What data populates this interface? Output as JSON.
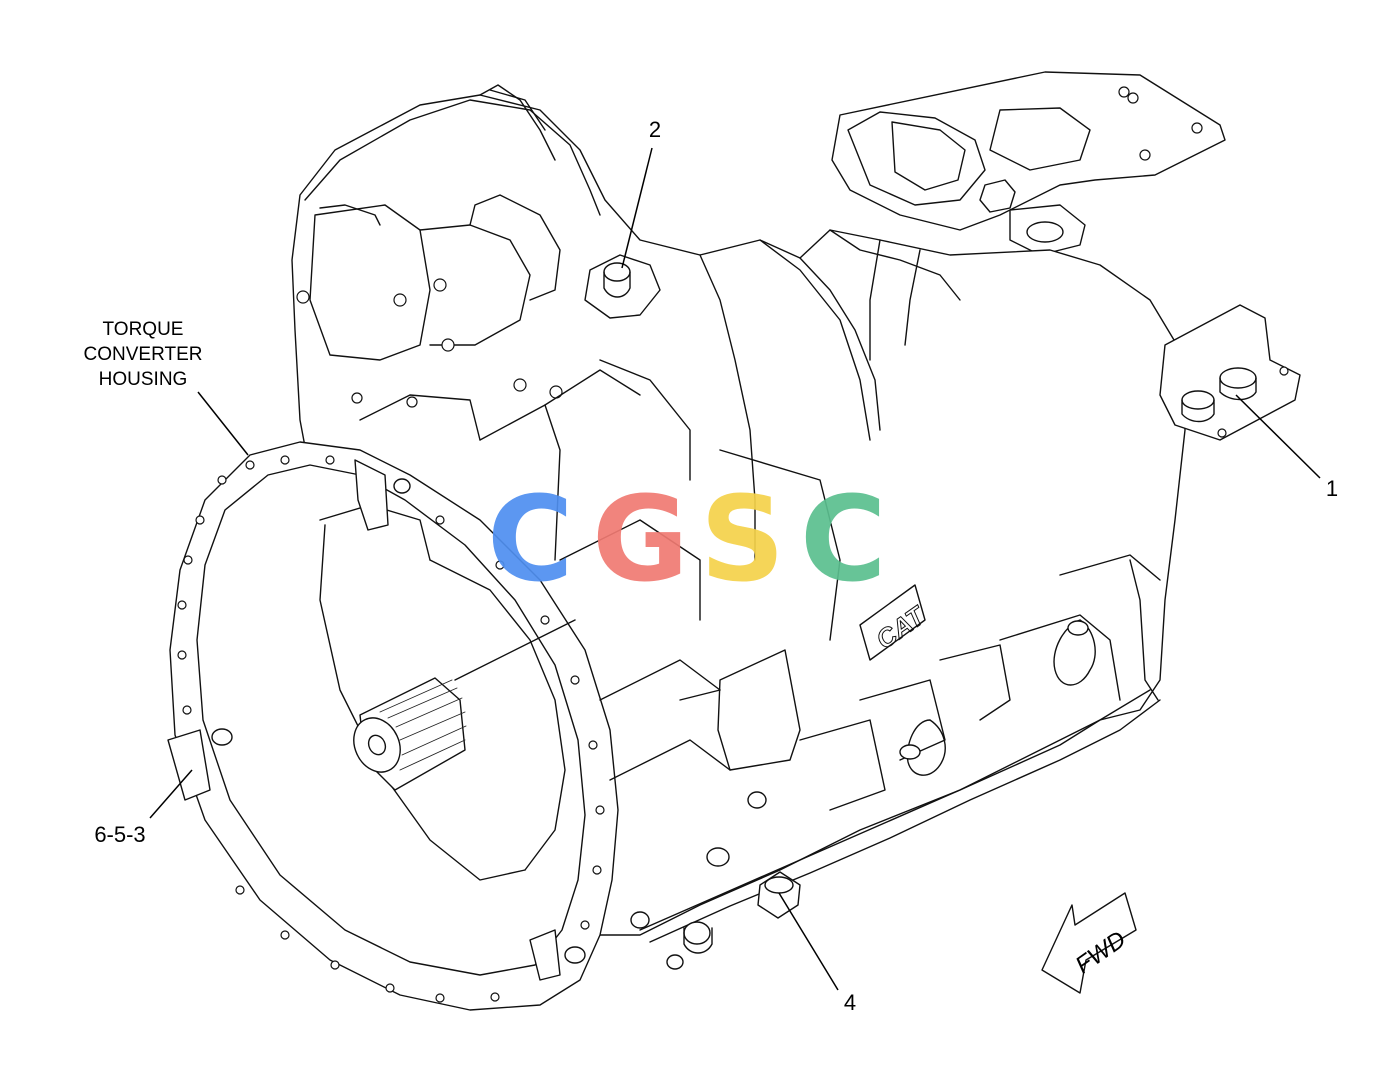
{
  "diagram": {
    "callouts": [
      {
        "id": "1",
        "label": "1"
      },
      {
        "id": "2",
        "label": "2"
      },
      {
        "id": "4",
        "label": "4"
      },
      {
        "id": "6-5-3",
        "label": "6-5-3"
      }
    ],
    "housing_label_lines": [
      "TORQUE",
      "CONVERTER",
      "HOUSING"
    ],
    "direction_arrow": {
      "label": "FWD"
    },
    "casting_mark": "CAT",
    "watermark": {
      "text": "CGSC",
      "letter_colors": [
        "#4f8ff0",
        "#f07a72",
        "#f5d24a",
        "#5bbf8f"
      ]
    }
  }
}
